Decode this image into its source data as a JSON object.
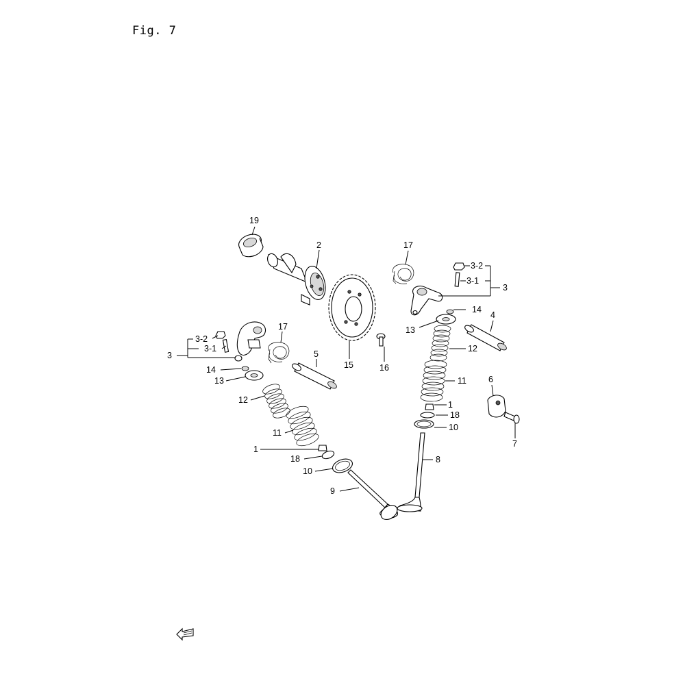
{
  "figure_title": "Fig. 7",
  "callouts": {
    "c19": "19",
    "c2": "2",
    "c17_top": "17",
    "c3_2_right": "3-2",
    "c3_1_right": "3-1",
    "c3_right": "3",
    "c14_right": "14",
    "c13_right": "13",
    "c4": "4",
    "c12_right": "12",
    "c11_right": "11",
    "c1_right": "1",
    "c18_right": "18",
    "c10_right": "10",
    "c8": "8",
    "c6": "6",
    "c7": "7",
    "c15": "15",
    "c16": "16",
    "c17_left": "17",
    "c5": "5",
    "c3_2_left": "3-2",
    "c3_1_left": "3-1",
    "c3_left": "3",
    "c14_left": "14",
    "c13_left": "13",
    "c12_left": "12",
    "c11_left": "11",
    "c1_left": "1",
    "c18_left": "18",
    "c10_left": "10",
    "c9": "9"
  },
  "icons": [
    "front-direction-arrow-icon"
  ]
}
